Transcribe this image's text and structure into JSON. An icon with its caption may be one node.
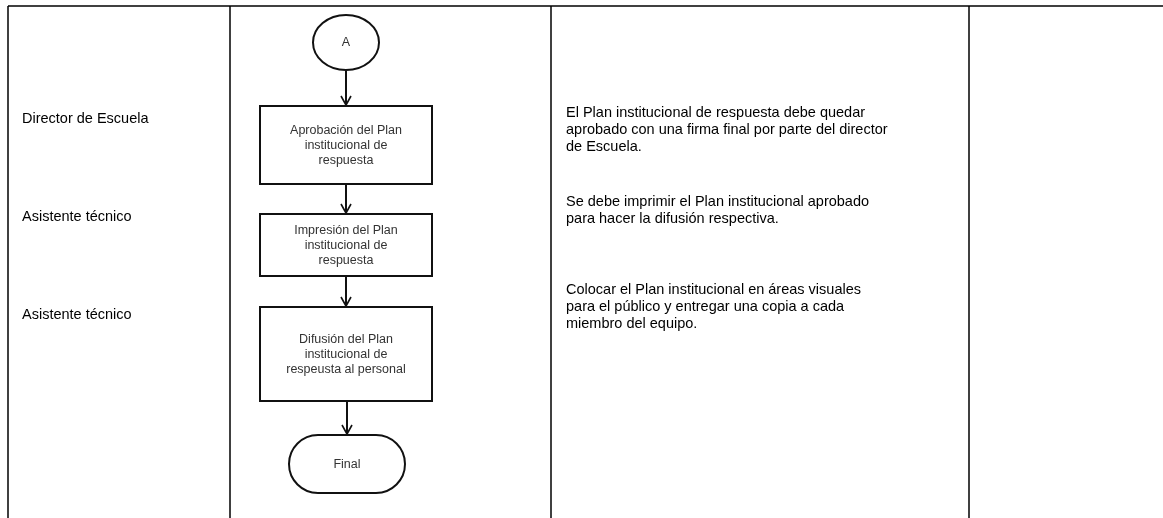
{
  "diagram": {
    "nodes": [
      {
        "text": [
          "A"
        ]
      },
      {
        "text": [
          "Aprobación del Plan institucional de respuesta"
        ]
      },
      {
        "text": [
          "Impresión del Plan institucional de respuesta"
        ]
      },
      {
        "text": [
          "Difusión del Plan institucional de respeusta al personal"
        ]
      },
      {
        "text": [
          "Final"
        ]
      }
    ],
    "edges": [
      {
        "from": 0,
        "to": 1,
        "arrow": "to"
      },
      {
        "from": 1,
        "to": 2,
        "arrow": "to"
      },
      {
        "from": 2,
        "to": 3,
        "arrow": "to"
      },
      {
        "from": 3,
        "to": 4,
        "arrow": "to"
      }
    ],
    "labels": [
      "Director de Escuela",
      "El Plan institucional de respuesta debe quedar aprobado con una firma final por parte del director de Escuela.",
      "Asistente técnico",
      "Se debe imprimir el Plan institucional aprobado para hacer la difusión respectiva.",
      "Asistente técnico",
      "Colocar el Plan institucional en áreas visuales para el público y entregar una copia a cada miembro del equipo."
    ]
  }
}
